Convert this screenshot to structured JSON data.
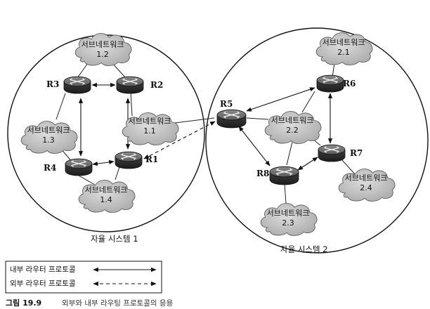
{
  "subnetworks": [
    {
      "id": "1.1",
      "title": "서브네트워크",
      "number": "1.1"
    },
    {
      "id": "1.2",
      "title": "서브네트워크",
      "number": "1.2"
    },
    {
      "id": "1.3",
      "title": "서브네트워크",
      "number": "1.3"
    },
    {
      "id": "1.4",
      "title": "서브네트워크",
      "number": "1.4"
    },
    {
      "id": "2.1",
      "title": "서브네트워크",
      "number": "2.1"
    },
    {
      "id": "2.2",
      "title": "서브네트워크",
      "number": "2.2"
    },
    {
      "id": "2.3",
      "title": "서브네트워크",
      "number": "2.3"
    },
    {
      "id": "2.4",
      "title": "서브네트워크",
      "number": "2.4"
    }
  ],
  "routers": [
    "R1",
    "R2",
    "R3",
    "R4",
    "R5",
    "R6",
    "R7",
    "R8"
  ],
  "autonomous_systems": {
    "as1": "자율 시스템 1",
    "as2": "자율 시스템 2"
  },
  "legend": {
    "interior": "내부 라우터 프로토콜",
    "exterior": "외부 라우터 프로토콜"
  },
  "caption": {
    "number": "그림 19.9",
    "text": "외부와 내부 라우팅 프로토콜의 응용"
  }
}
